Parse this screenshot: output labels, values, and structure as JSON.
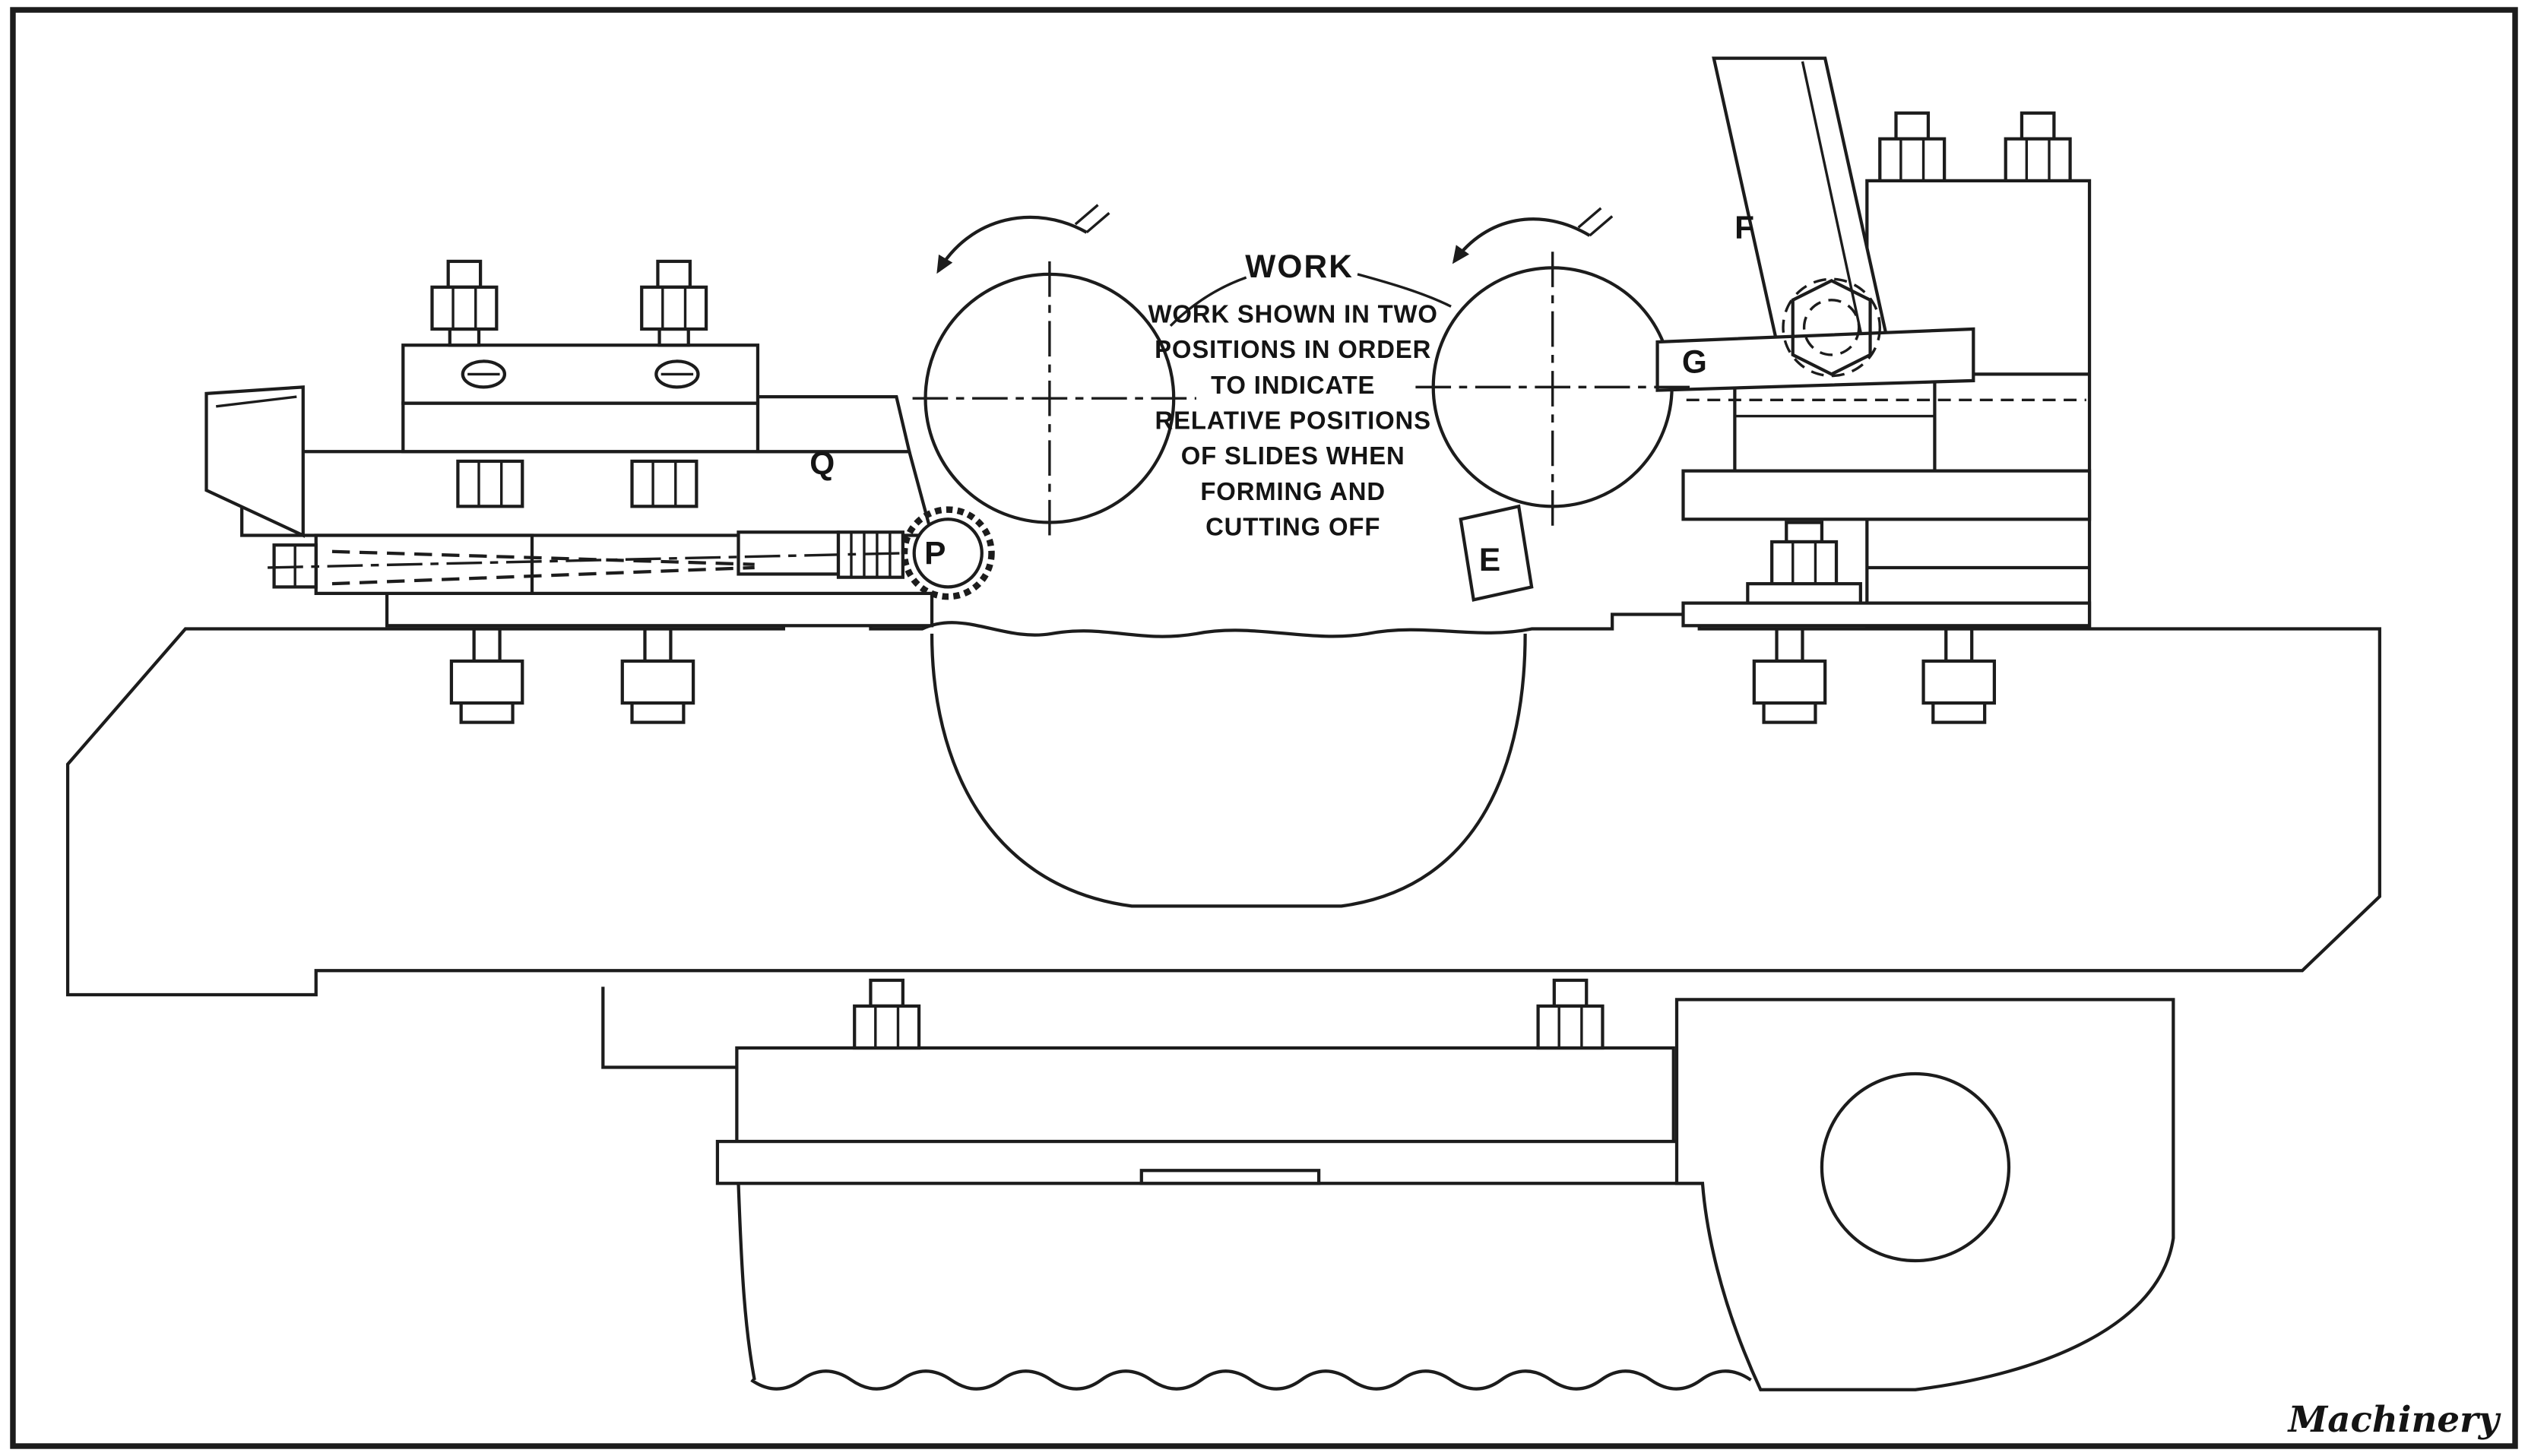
{
  "figure": {
    "background": "#ffffff",
    "line_color": "#1c1c1c",
    "description": "Engineering line drawing of machine tool cross slides with work shown in two positions"
  },
  "labels": {
    "work": "WORK",
    "annotation_lines": [
      "WORK SHOWN IN TWO",
      "POSITIONS IN ORDER",
      "TO INDICATE",
      "RELATIVE POSITIONS",
      "OF SLIDES WHEN",
      "FORMING AND",
      "CUTTING OFF"
    ],
    "part_q": "Q",
    "part_p": "P",
    "part_e": "E",
    "part_f": "F",
    "part_g": "G",
    "signature": "Machinery"
  }
}
